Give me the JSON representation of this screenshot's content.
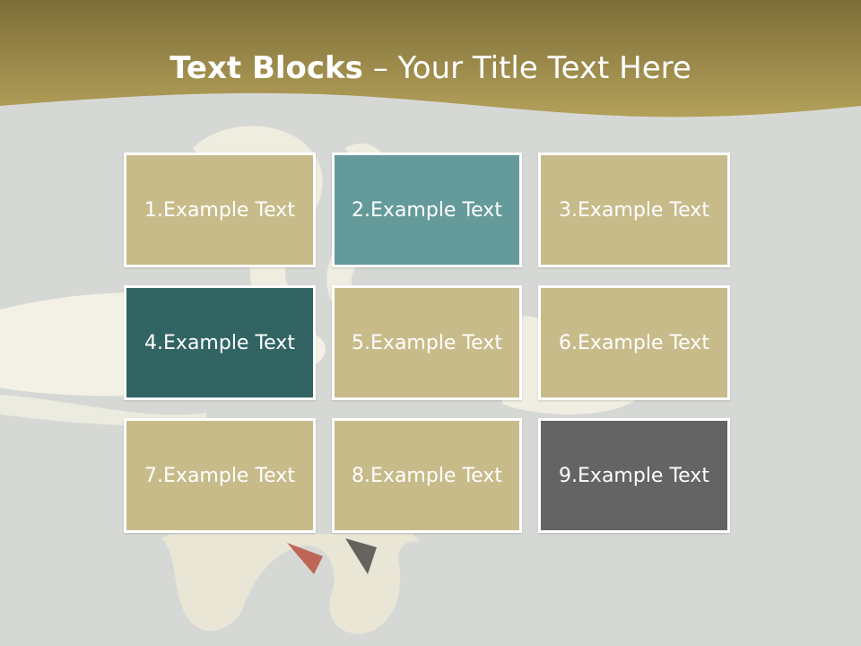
{
  "title": {
    "bold": "Text Blocks",
    "dash": " – ",
    "rest": "Your Title Text Here"
  },
  "colors": {
    "header_band": "#8a7a3e",
    "header_band_light": "#b09a4e",
    "background": "#d6d8d5",
    "block_tan": "#c8bb8a",
    "block_teal": "#659a9a",
    "block_dark_teal": "#326463",
    "block_gray": "#646464",
    "block_border": "#ffffff",
    "text": "#ffffff"
  },
  "blocks": [
    {
      "label": "1.Example Text",
      "color": "#c8bb8a"
    },
    {
      "label": "2.Example Text",
      "color": "#659a9a"
    },
    {
      "label": "3.Example Text",
      "color": "#c8bb8a"
    },
    {
      "label": "4.Example Text",
      "color": "#326463"
    },
    {
      "label": "5.Example Text",
      "color": "#c8bb8a"
    },
    {
      "label": "6.Example Text",
      "color": "#c8bb8a"
    },
    {
      "label": "7.Example Text",
      "color": "#c8bb8a"
    },
    {
      "label": "8.Example Text",
      "color": "#c8bb8a"
    },
    {
      "label": "9.Example Text",
      "color": "#646464"
    }
  ]
}
